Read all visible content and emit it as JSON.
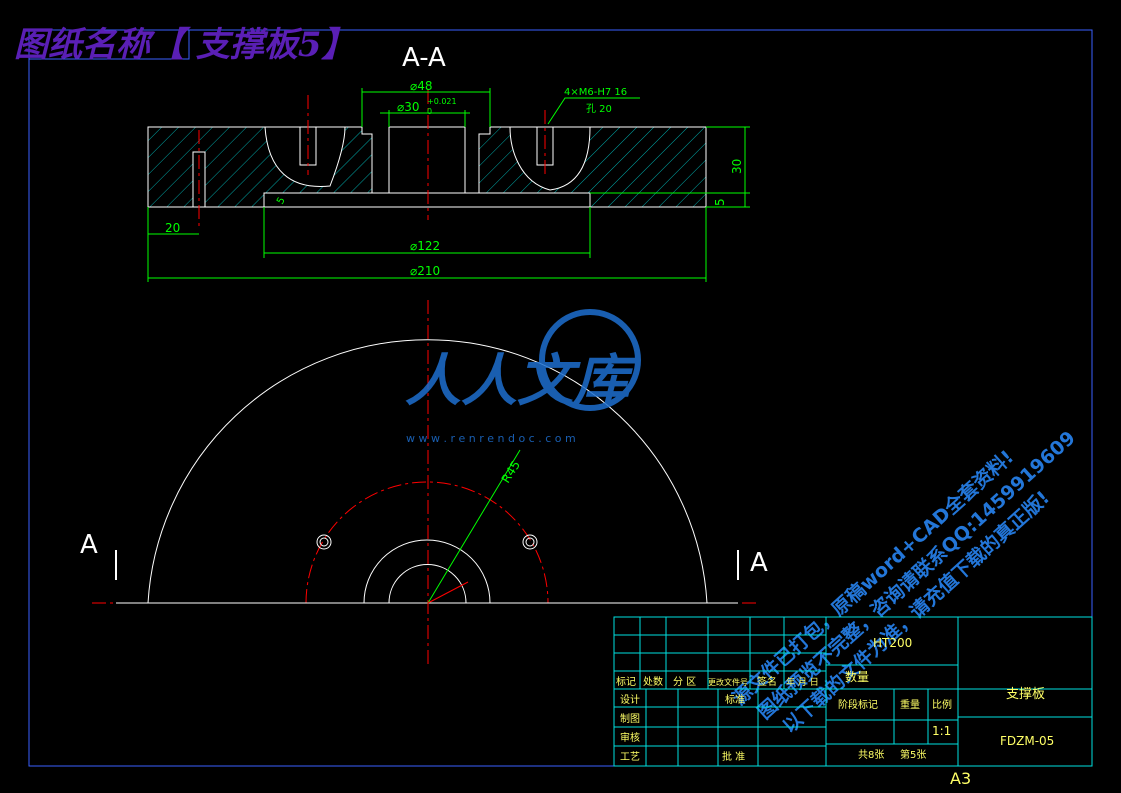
{
  "header": {
    "title": "图纸名称【 支撑板5】"
  },
  "section_view": {
    "label": "A-A",
    "dims": {
      "d48": "⌀48",
      "d30": "⌀30",
      "tol": "+0.021",
      "tol0": "0",
      "holes": "4×M6-H7 16",
      "holes2": "孔 20",
      "h30": "30",
      "h5": "5",
      "w20": "20",
      "d122": "⌀122",
      "d210": "⌀210",
      "rsmall": "5"
    }
  },
  "plan_view": {
    "r45": "R45",
    "cut_left": "A",
    "cut_right": "A"
  },
  "watermark": {
    "brand": "人人文库",
    "url": "w w w . r e n r e n d o c . c o m",
    "line1": "源文件已打包，原稿word+CAD全套资料!",
    "line2": "图纸预览不完整，咨询请联系QQ:1459919609",
    "line3": "以下载的文件为准，请充值下载的真正版!"
  },
  "title_block": {
    "material": "HT200",
    "qty_label": "数量",
    "part_name": "支撑板",
    "drawing_no": "FDZM-05",
    "scale_label": "比例",
    "scale": "1:1",
    "stage_label": "阶段标记",
    "weight_label": "重量",
    "sheets": "共8张",
    "sheet": "第5张",
    "row_mark": "标记",
    "row_count": "处数",
    "row_zone": "分 区",
    "row_doc": "更改文件号",
    "row_sign": "签名",
    "row_date": "年 月 日",
    "design": "设计",
    "standard": "标准",
    "draw": "制图",
    "review": "审核",
    "process": "工艺",
    "approve": "批 准"
  },
  "sheet_size": "A3",
  "colors": {
    "line": "#ffffff",
    "dim": "#00ff00",
    "center": "#ff0000",
    "hatch": "#00a8a8",
    "title": "#5a1fb5",
    "frame": "#3a60ff",
    "tb": "#00e0e0",
    "tbtext": "#ffff66",
    "wm": "#1e6fd0"
  }
}
